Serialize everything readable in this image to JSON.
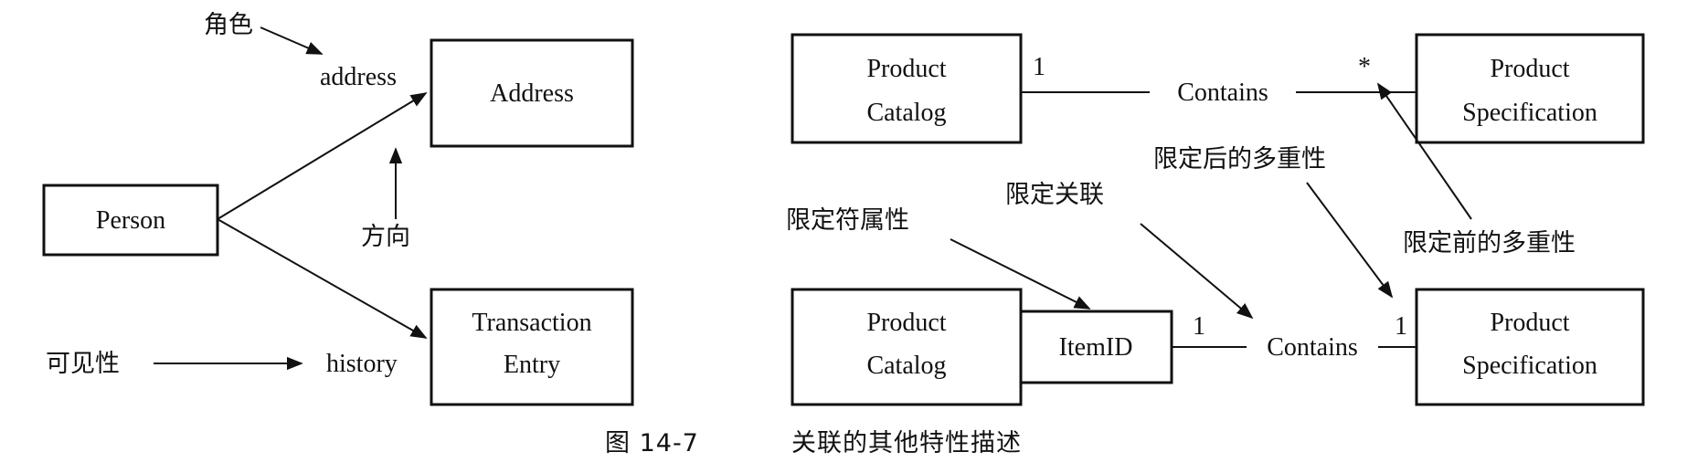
{
  "left_diagram": {
    "classes": {
      "person": "Person",
      "address": "Address",
      "transaction_line1": "Transaction",
      "transaction_line2": "Entry"
    },
    "role_name": "address",
    "visibility_name": "history",
    "annotations": {
      "role": "角色",
      "direction": "方向",
      "visibility": "可见性"
    }
  },
  "right_diagram": {
    "top": {
      "catalog_line1": "Product",
      "catalog_line2": "Catalog",
      "spec_line1": "Product",
      "spec_line2": "Specification",
      "association": "Contains",
      "mult_left": "1",
      "mult_right": "*"
    },
    "bottom": {
      "catalog_line1": "Product",
      "catalog_line2": "Catalog",
      "qualifier": "ItemID",
      "spec_line1": "Product",
      "spec_line2": "Specification",
      "association": "Contains",
      "mult_left": "1",
      "mult_right": "1"
    },
    "annotations": {
      "mult_after": "限定后的多重性",
      "mult_before": "限定前的多重性",
      "qualifier_attr": "限定符属性",
      "qualified_assoc": "限定关联"
    }
  },
  "caption": {
    "number": "图 14-7",
    "text": "关联的其他特性描述"
  }
}
